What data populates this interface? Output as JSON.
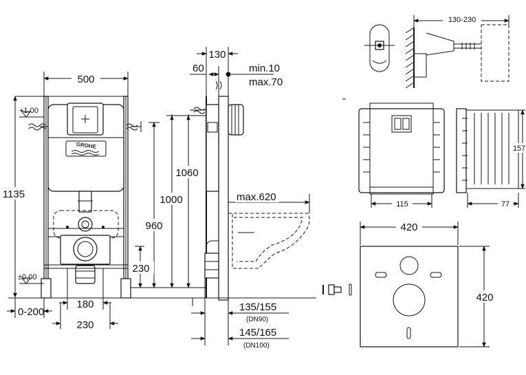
{
  "front_view": {
    "width": "500",
    "height_total": "1135",
    "level_top": "+1,00",
    "level_floor": "±0,00",
    "adjust_range": "0-200",
    "pipe_spacing": "180",
    "bottom_width": "230",
    "logo": "GROHE"
  },
  "side_view": {
    "depth": "130",
    "wall_gap": "60",
    "min_label": "min.10",
    "max_label": "max.70",
    "height_1060": "1060",
    "height_1000": "1000",
    "height_960": "960",
    "height_230": "230",
    "max_projection": "max.620",
    "dn90_dim": "135/155",
    "dn90_label": "(DN90)",
    "dn100_dim": "145/165",
    "dn100_label": "(DN100)"
  },
  "bracket_view": {
    "range": "130-230"
  },
  "plate_view": {
    "width": "115",
    "depth": "77",
    "height": "157"
  },
  "mat_view": {
    "width": "420",
    "height": "420"
  }
}
